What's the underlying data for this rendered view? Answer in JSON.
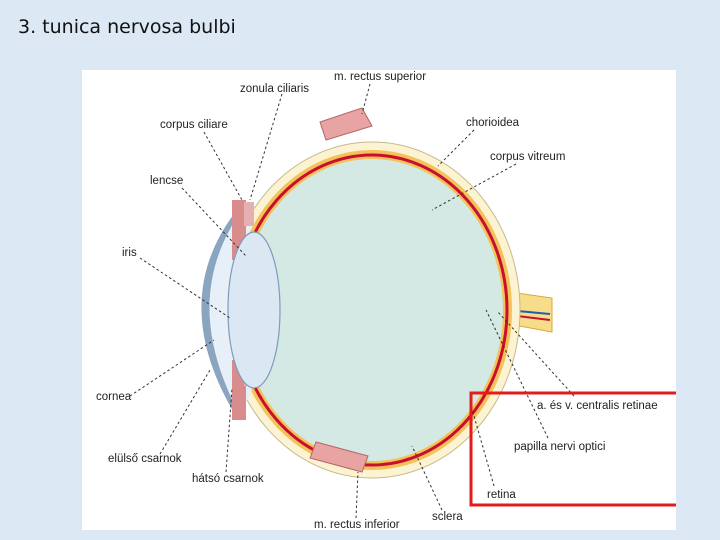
{
  "slide": {
    "title": "3. tunica nervosa bulbi"
  },
  "labels": {
    "zonula_ciliaris": "zonula ciliaris",
    "rectus_superior": "m. rectus superior",
    "corpus_ciliare": "corpus ciliare",
    "chorioidea": "chorioidea",
    "corpus_vitreum": "corpus vitreum",
    "lencse": "lencse",
    "iris": "iris",
    "cornea": "cornea",
    "centralis": "a. és v. centralis retinae",
    "papilla": "papilla nervi optici",
    "retina": "retina",
    "elulso": "elülső csarnok",
    "hatso": "hátsó csarnok",
    "rectus_inferior": "m. rectus inferior",
    "sclera": "sclera"
  },
  "colors": {
    "background": "#dce9f5",
    "vitreous": "#d4e8e4",
    "sclera": "#fbf3d2",
    "choroid": "#f3c25a",
    "retina": "#c8102e",
    "highlight_box": "#e31b1b"
  }
}
